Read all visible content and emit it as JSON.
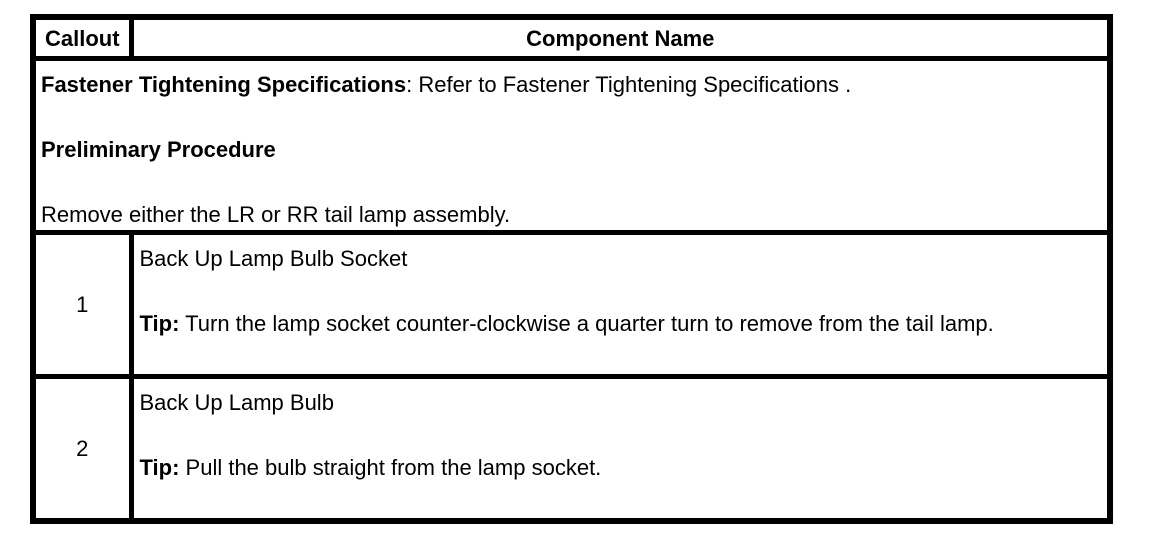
{
  "table": {
    "header": {
      "callout_label": "Callout",
      "component_label": "Component Name"
    },
    "preamble": {
      "fastener_spec_label": "Fastener Tightening Specifications",
      "fastener_spec_text": ": Refer to Fastener Tightening Specifications .",
      "preliminary_procedure_label": "Preliminary Procedure",
      "preliminary_procedure_text": "Remove either the LR or RR tail lamp assembly."
    },
    "rows": [
      {
        "callout": "1",
        "component_name": "Back Up Lamp Bulb Socket",
        "tip_label": "Tip:",
        "tip_text": " Turn the lamp socket counter-clockwise a quarter turn to remove from the tail lamp."
      },
      {
        "callout": "2",
        "component_name": "Back Up Lamp Bulb",
        "tip_label": "Tip:",
        "tip_text": " Pull the bulb straight from the lamp socket."
      }
    ],
    "colors": {
      "border": "#000000",
      "background": "#ffffff",
      "text": "#000000"
    }
  }
}
